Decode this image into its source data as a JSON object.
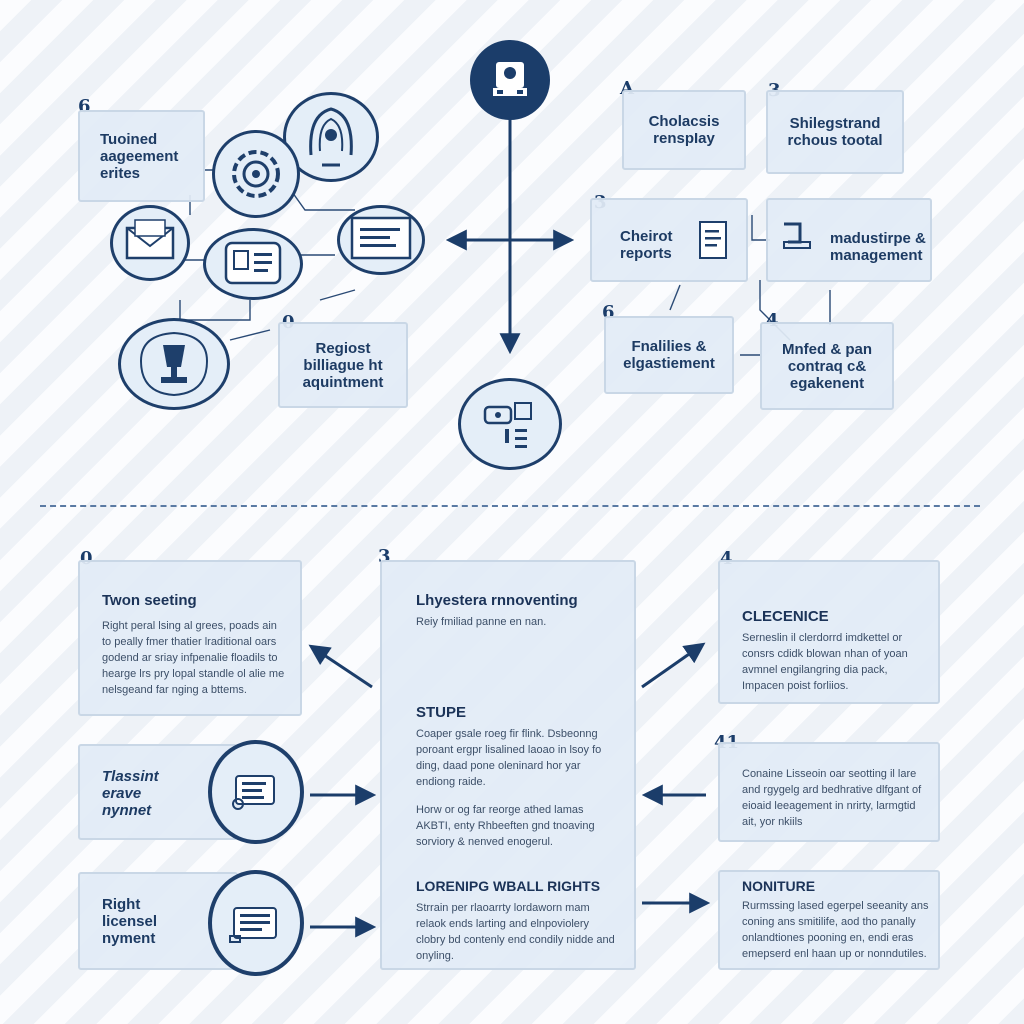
{
  "top_left": {
    "box_tuioned": {
      "number": "6",
      "lines": [
        "Tuoined",
        "aageement",
        "erites"
      ]
    },
    "box_regiost": {
      "number": "0",
      "lines": [
        "Regiost",
        "billiague ht",
        "aquintment"
      ]
    }
  },
  "top_right": {
    "box_cholacsis": {
      "number": "A",
      "lines": [
        "Cholacsis",
        "renspIay"
      ]
    },
    "box_shilegstrand": {
      "number": "3",
      "lines": [
        "Shilegstrand",
        "rchous tootal"
      ]
    },
    "box_cheirot": {
      "number": "3",
      "lines": [
        "Cheirot",
        "reports"
      ]
    },
    "box_madustirpe": {
      "lines": [
        "madustirpe &",
        "management"
      ]
    },
    "box_fnalilies": {
      "number": "6",
      "lines": [
        "Fnalilies &",
        "elgastiement"
      ]
    },
    "box_mnfed": {
      "number": "4",
      "lines": [
        "Mnfed & pan",
        "contraq c&",
        "egakenent"
      ]
    }
  },
  "bottom": {
    "twon": {
      "number": "0",
      "title": "Twon seeting",
      "body": "Right peral lsing al grees, poads ain to peally fmer thatier lraditional oars godend ar sriay infpenalie floadils to hearge lrs pry lopal standle ol alie me nelsgeand far nging a bttems."
    },
    "tlassint": {
      "lines": [
        "Tlassint",
        "erave",
        "nynnet"
      ]
    },
    "right_licensel": {
      "lines": [
        "Right",
        "licensel",
        "nyment"
      ]
    },
    "center": {
      "number": "3",
      "heading": "Lhyestera rnnoventing",
      "sub": "Reiy fmiliad panne en nan.",
      "s1_title": "STUPE",
      "s1_body": "Coaper gsale roeg fir flink. Dsbeonng poroant ergpr lisalined laoao in lsoy fo ding, daad pone oleninard hor yar endiong raide.",
      "s1_body2": "Horw or og far reorge athed lamas AKBTI, enty Rhbeeften gnd tnoaving sorviory & nenved enogerul.",
      "s2_title": "LORENIPG WBALL RIGHTS",
      "s2_body": "Strrain per rlaoarrty lordaworn mam relaok ends larting and elnpoviolery clobry bd contenly end condily nidde and onyling."
    },
    "clecenice": {
      "number": "4",
      "title": "CLECENICE",
      "body": "Serneslin il clerdorrd imdkettel or consrs cdidk blowan nhan of yoan avmnel engilangring dia pack, Impacen poist forliios."
    },
    "conaine": {
      "number": "41",
      "body": "Conaine Lisseoin oar seotting il lare and rgygelg ard bedhrative dlfgant of eioaid leeagement in nrirty, larmgtid ait, yor nkiils"
    },
    "noniture": {
      "title": "NONITURE",
      "body": "Rurmssing lased egerpel seeanity ans coning ans smitilife, aod tho panally onlandtiones pooning en, endi eras emepserd enl haan up or nonndutiles."
    }
  },
  "colors": {
    "navy": "#1b3d6a",
    "box_fill": "#e2ecf6",
    "box_border": "#c9d7e6",
    "icon_fill": "#e4eef8"
  },
  "icons": [
    "keyboard-device-icon",
    "handshake-icon",
    "gear-icon",
    "envelope-icon",
    "id-card-icon",
    "certificate-icon",
    "trophy-icon",
    "document-icon",
    "meeting-icon",
    "checklist-icon",
    "list-icon"
  ]
}
